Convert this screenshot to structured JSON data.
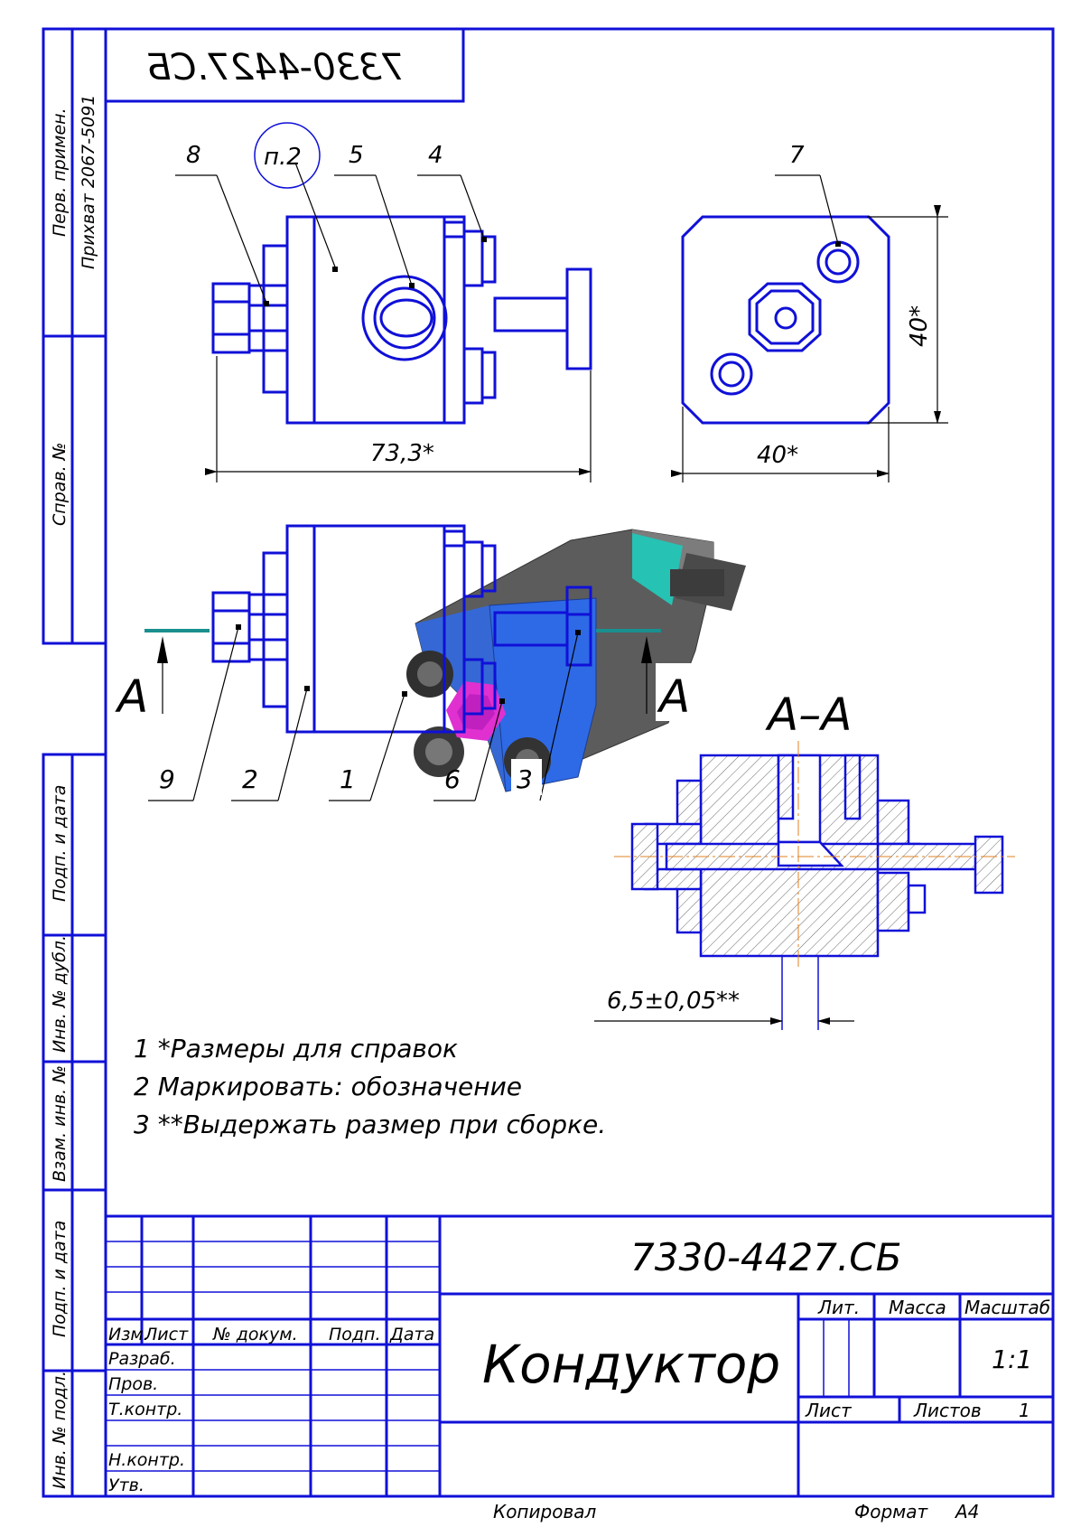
{
  "drawing": {
    "code_top_mirrored": "7330-4427.СБ",
    "code": "7330-4427.СБ",
    "title": "Кондуктор",
    "litera_label": "Лит.",
    "mass_label": "Масса",
    "scale_label": "Масштаб",
    "scale_value": "1:1",
    "sheet_label": "Лист",
    "sheets_label": "Листов",
    "sheets_value": "1",
    "copied_label": "Копировал",
    "format_label": "Формат",
    "format_value": "А4"
  },
  "side_stamp": {
    "perv_primen": "Перв. примен.",
    "primen_value": "Прихват 2067-5091",
    "sprav_no": "Справ. №",
    "podp_data_1": "Подп. и дата",
    "inv_dubl": "Инв. № дубл.",
    "vzam_inv": "Взам. инв. №",
    "podp_data_2": "Подп. и дата",
    "inv_podl": "Инв. № подл."
  },
  "stamp": {
    "headers": [
      "Изм.",
      "Лист",
      "№ докум.",
      "Подп.",
      "Дата"
    ],
    "roles": [
      "Разраб.",
      "Пров.",
      "Т.контр.",
      "Н.контр.",
      "Утв."
    ]
  },
  "callouts": {
    "top_left": [
      "8",
      "п.2",
      "5",
      "4"
    ],
    "top_right": "7",
    "bottom": [
      "9",
      "2",
      "1",
      "6",
      "3"
    ]
  },
  "dimensions": {
    "width_left": "73,3*",
    "width_right": "40*",
    "height_right": "40*",
    "section_gap": "6,5±0,05**"
  },
  "section": {
    "label_left": "А",
    "label_right": "А",
    "title": "А–А"
  },
  "notes": [
    "1  *Размеры для справок",
    "2  Маркировать: обозначение",
    "3  **Выдержать размер при сборке."
  ]
}
